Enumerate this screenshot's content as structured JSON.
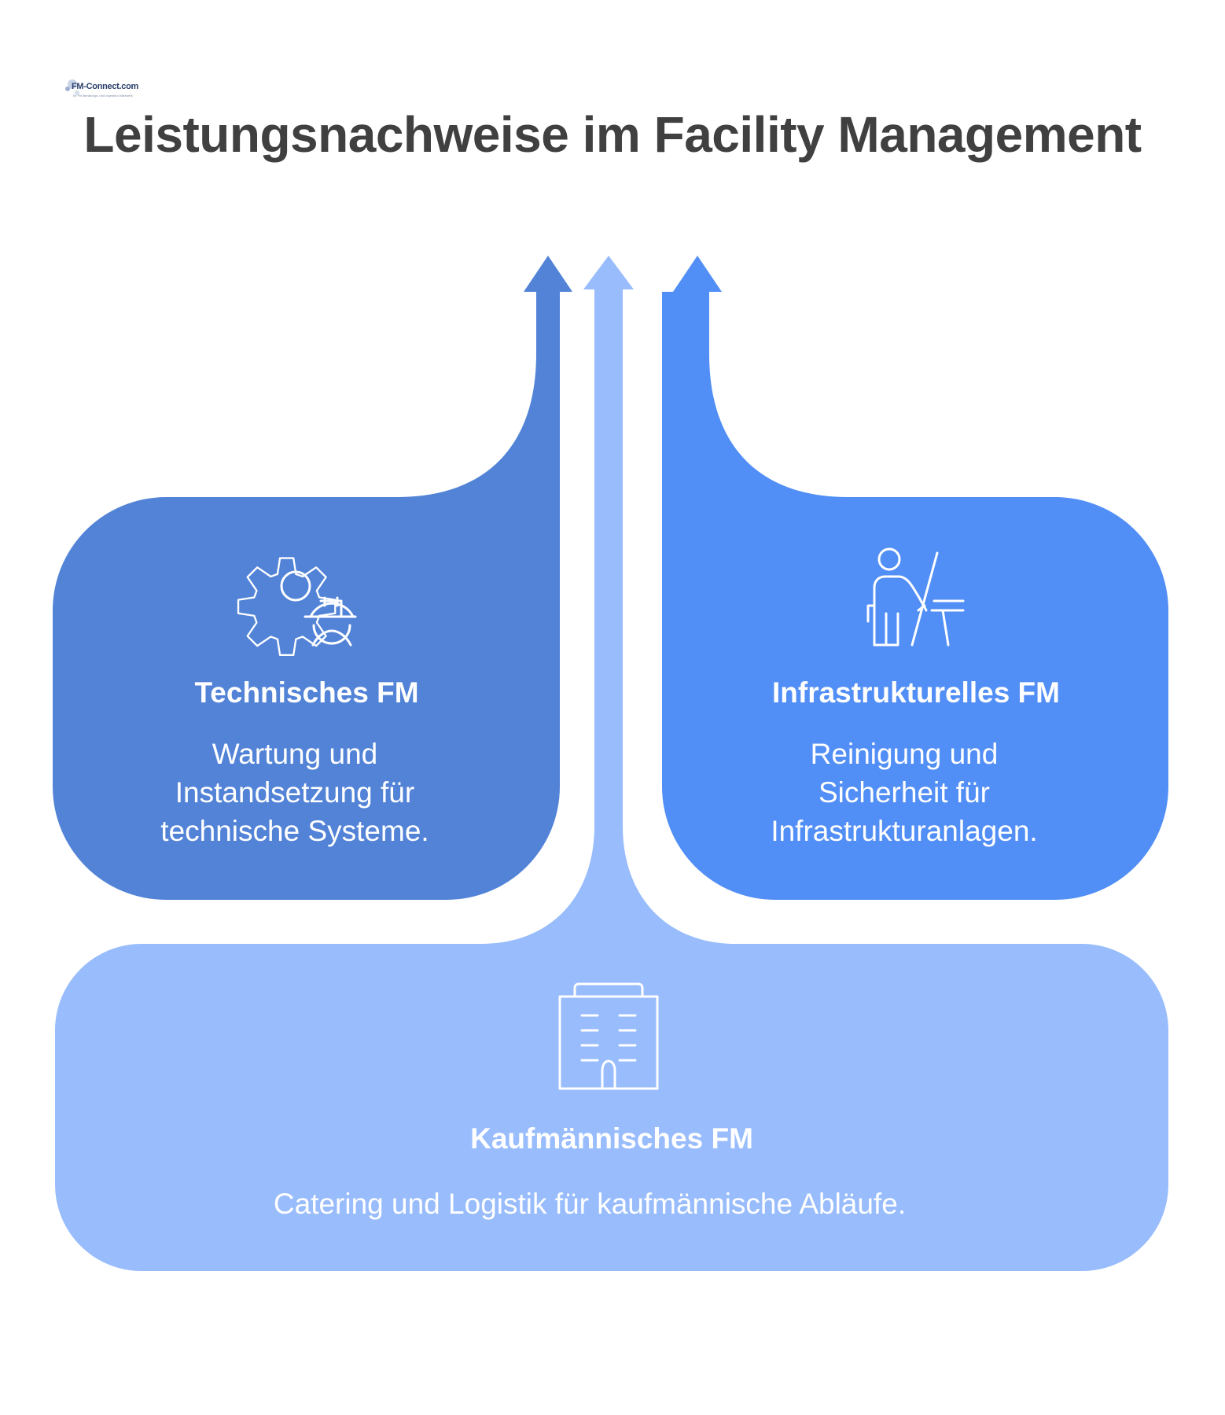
{
  "title": "Leistungsnachweise im Facility Management",
  "logo": {
    "text": "FM-Connect.com",
    "tagline": "Ihr FM Beratungs- und Ingenieur-Netzwerk"
  },
  "colors": {
    "left": "#5283d7",
    "center": "#98bcfc",
    "right": "#518ef5",
    "title": "#404040"
  },
  "cards": {
    "technical": {
      "title": "Technisches FM",
      "desc_lines": [
        "Wartung und",
        "Instandsetzung für",
        "technische Systeme."
      ],
      "icon": "gear-worker-icon"
    },
    "infrastructural": {
      "title": "Infrastrukturelles FM",
      "desc_lines": [
        "Reinigung und",
        "Sicherheit für",
        "Infrastrukturanlagen."
      ],
      "icon": "presenter-icon"
    },
    "commercial": {
      "title": "Kaufmännisches FM",
      "desc_lines": [
        "Catering und Logistik für kaufmännische Abläufe."
      ],
      "icon": "building-icon"
    }
  }
}
